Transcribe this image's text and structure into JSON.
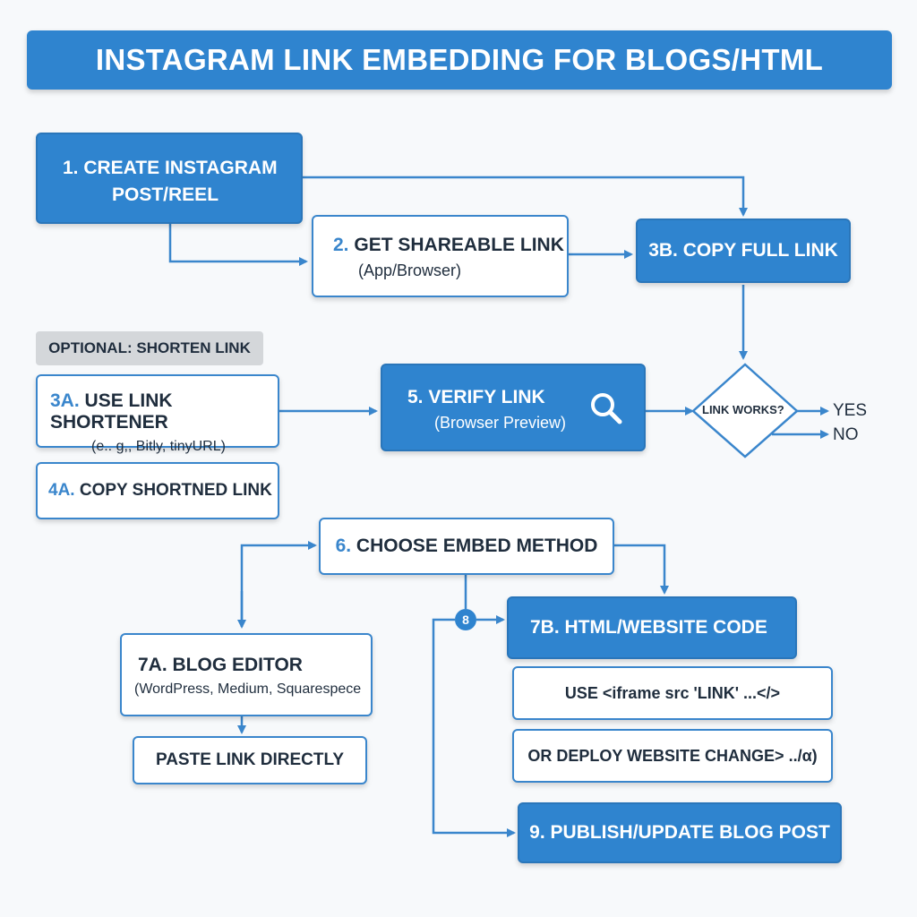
{
  "title": "INSTAGRAM LINK EMBEDDING FOR BLOGS/HTML",
  "steps": {
    "s1": {
      "line1": "1. CREATE INSTAGRAM",
      "line2": "POST/REEL"
    },
    "s2": {
      "num": "2.",
      "label": "GET SHAREABLE LINK",
      "sub": "(App/Browser)"
    },
    "s3b": {
      "label": "3B. COPY FULL LINK"
    },
    "optional": {
      "label": "OPTIONAL: SHORTEN LINK"
    },
    "s3a": {
      "num": "3A.",
      "label": "USE LINK SHORTENER",
      "sub": "(e.. g,, Bitly, tinyURL)"
    },
    "s4a": {
      "num": "4A.",
      "label": "COPY SHORTNED LINK"
    },
    "s5": {
      "label": "5. VERIFY LINK",
      "sub": "(Browser Preview)"
    },
    "decision": {
      "label": "LINK WORKS?",
      "yes": "YES",
      "no": "NO"
    },
    "s6": {
      "num": "6.",
      "label": "CHOOSE EMBED METHOD"
    },
    "s7a": {
      "label": "7A. BLOG EDITOR",
      "sub": "(WordPress, Medium, Squarespece"
    },
    "paste": {
      "label": "PASTE LINK DIRECTLY"
    },
    "s8": {
      "label": "8"
    },
    "s7b": {
      "label": "7B. HTML/WEBSITE CODE"
    },
    "iframe": {
      "label": "USE <iframe src 'LINK' ...</>"
    },
    "deploy": {
      "label": "OR DEPLOY WEBSITE CHANGE> ../α)"
    },
    "s9": {
      "label": "9. PUBLISH/UPDATE BLOG POST"
    }
  },
  "colors": {
    "accent": "#2f84cf",
    "line": "#3a86cc",
    "text": "#1f2d3d",
    "background": "#f7f9fb"
  }
}
